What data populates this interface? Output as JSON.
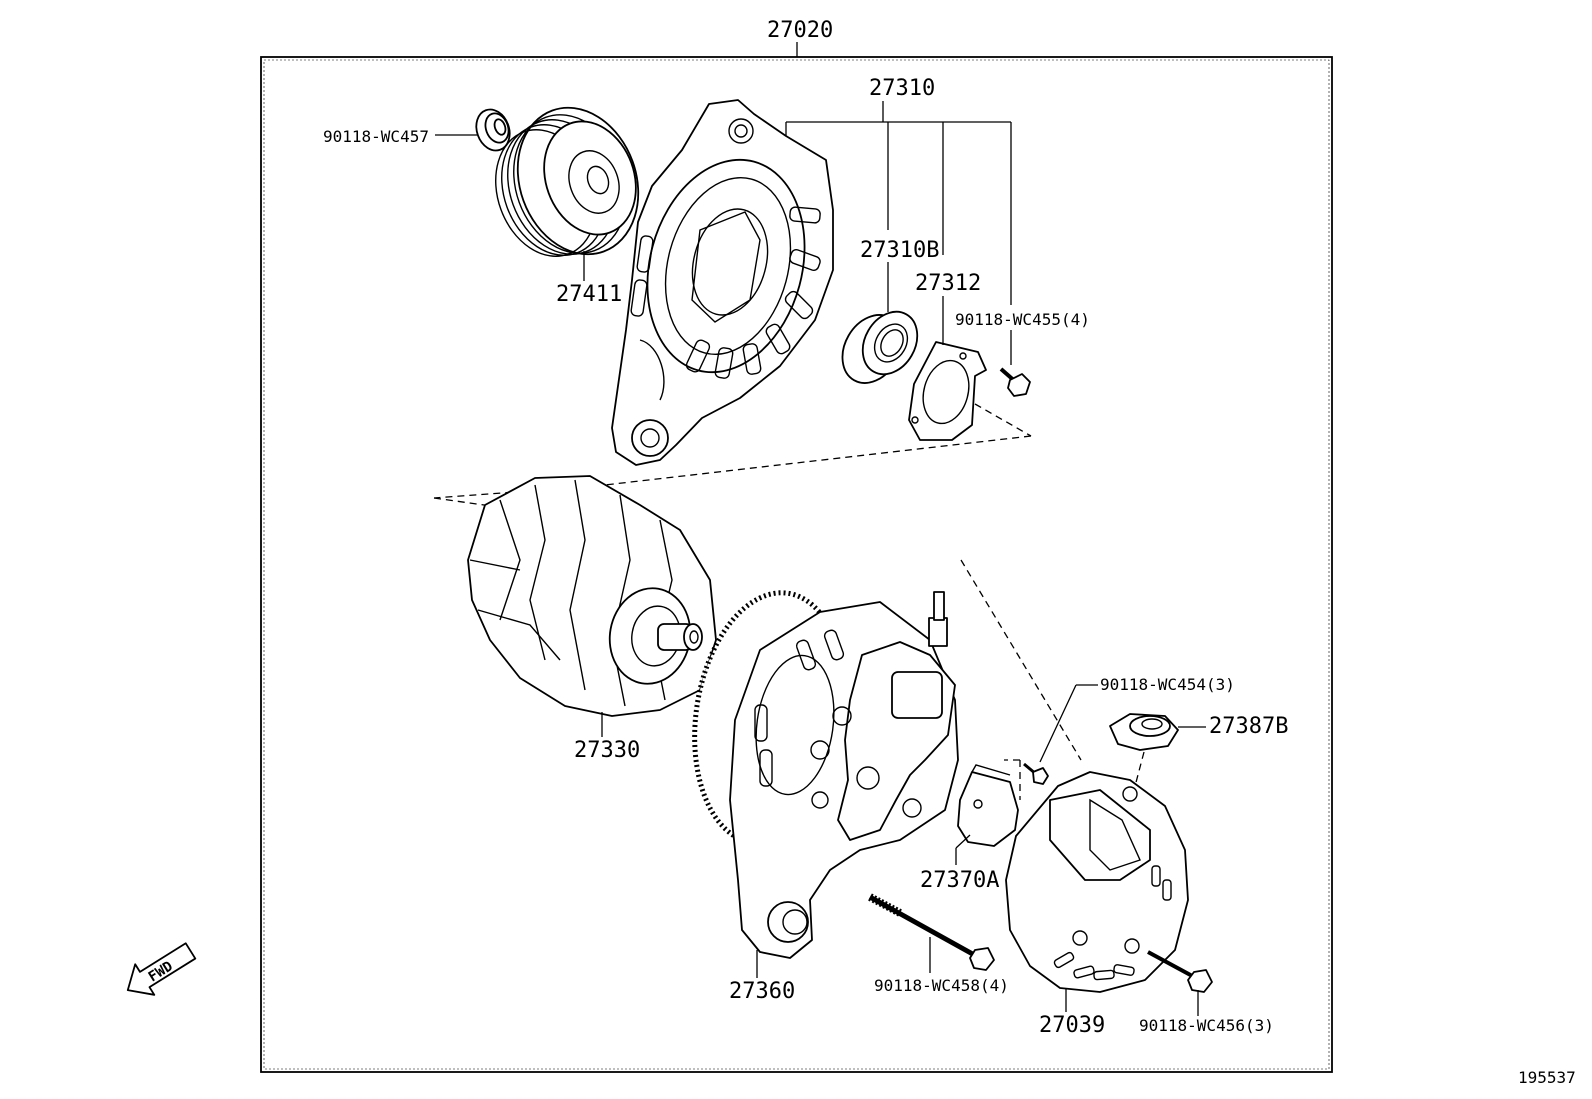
{
  "diagram_id": "195537",
  "labels": {
    "assembly": "27020",
    "pulley_nut": "90118-WC457",
    "pulley": "27411",
    "drive_frame": "27310",
    "bearing": "27310B",
    "retainer": "27312",
    "retainer_screws": "90118-WC455(4)",
    "rotor": "27330",
    "regulator_screws": "90118-WC454(3)",
    "terminal_insulator": "27387B",
    "stator_frame": "27360",
    "brush_holder": "27370A",
    "through_bolts": "90118-WC458(4)",
    "rear_cover": "27039",
    "cover_bolts": "90118-WC456(3)",
    "fwd_arrow": "FWD"
  }
}
